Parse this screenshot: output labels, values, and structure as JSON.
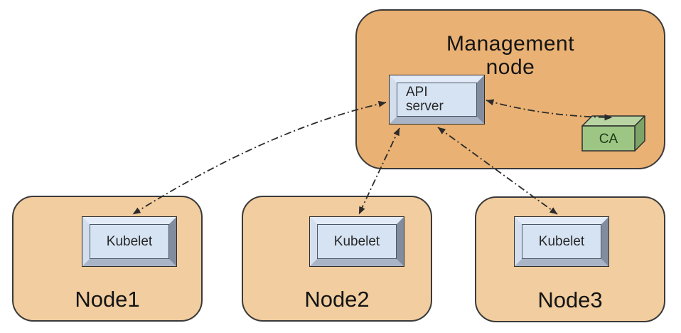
{
  "management_node": {
    "label_line1": "Management",
    "label_line2": "node",
    "api_server": {
      "label_line1": "API",
      "label_line2": "server"
    },
    "ca_label": "CA"
  },
  "nodes": [
    {
      "label": "Node1",
      "component": "Kubelet"
    },
    {
      "label": "Node2",
      "component": "Kubelet"
    },
    {
      "label": "Node3",
      "component": "Kubelet"
    }
  ],
  "connections": [
    {
      "from": "API server",
      "to": "Kubelet (Node1)",
      "style": "dash-dot",
      "bidirectional": true
    },
    {
      "from": "API server",
      "to": "Kubelet (Node2)",
      "style": "dash-dot",
      "bidirectional": true
    },
    {
      "from": "API server",
      "to": "Kubelet (Node3)",
      "style": "dash-dot",
      "bidirectional": true
    },
    {
      "from": "API server",
      "to": "CA",
      "style": "dash-dot",
      "bidirectional": true
    }
  ],
  "colors": {
    "management_fill": "#e9b173",
    "worker_fill": "#f1cd9f",
    "box_face": "#d6e3f3",
    "ca_front": "#9dc685",
    "ca_top": "#b7d4a2",
    "ca_side": "#7da468",
    "outline": "#3a3a3a",
    "arrow": "#2b2b2b"
  }
}
